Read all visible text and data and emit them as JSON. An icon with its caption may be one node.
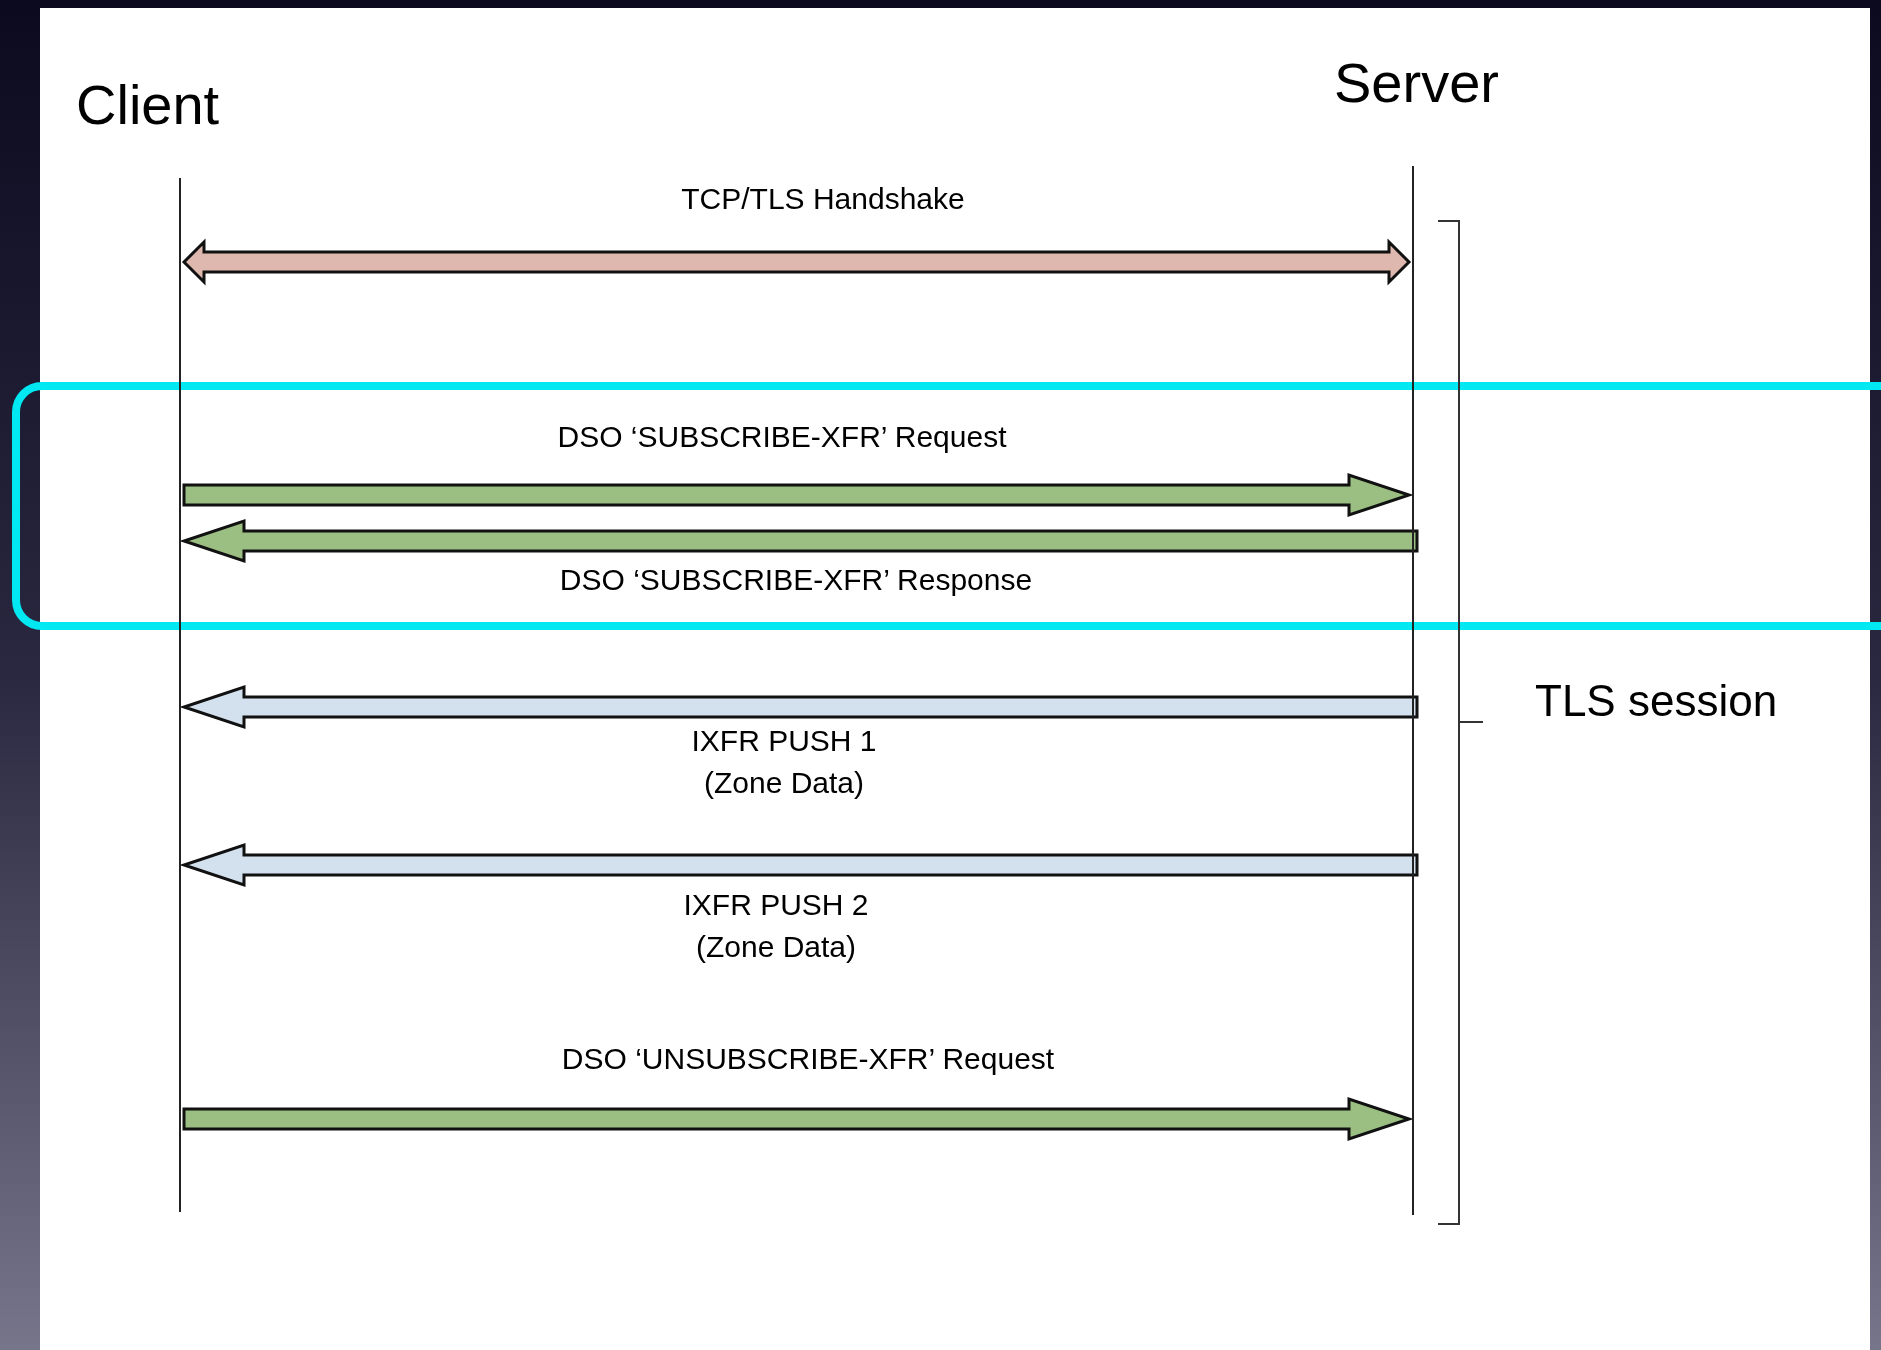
{
  "diagram": {
    "nodes": [
      {
        "text": [
          "Client"
        ]
      },
      {
        "text": [
          "Server"
        ]
      }
    ],
    "edges": [
      {
        "from": 0,
        "to": 1,
        "arrow": "both",
        "label": "TCP/TLS Handshake",
        "color": "#deb8ae"
      },
      {
        "from": 0,
        "to": 1,
        "arrow": "to",
        "label": "DSO ‘SUBSCRIBE-XFR’ Request"
      },
      {
        "from": 1,
        "to": 0,
        "arrow": "to",
        "label": "DSO ‘SUBSCRIBE-XFR’ Response"
      },
      {
        "from": 1,
        "to": 0,
        "arrow": "to",
        "label": "IXFR PUSH 1 (Zone Data)",
        "color": "#d3e1ef"
      },
      {
        "from": 1,
        "to": 0,
        "arrow": "to",
        "label": "IXFR PUSH 2 (Zone Data)",
        "color": "#d3e1ef"
      },
      {
        "from": 0,
        "to": 1,
        "arrow": "to",
        "label": "DSO ‘UNSUBSCRIBE-XFR’ Request"
      }
    ],
    "labels": [
      "TLS session"
    ]
  }
}
